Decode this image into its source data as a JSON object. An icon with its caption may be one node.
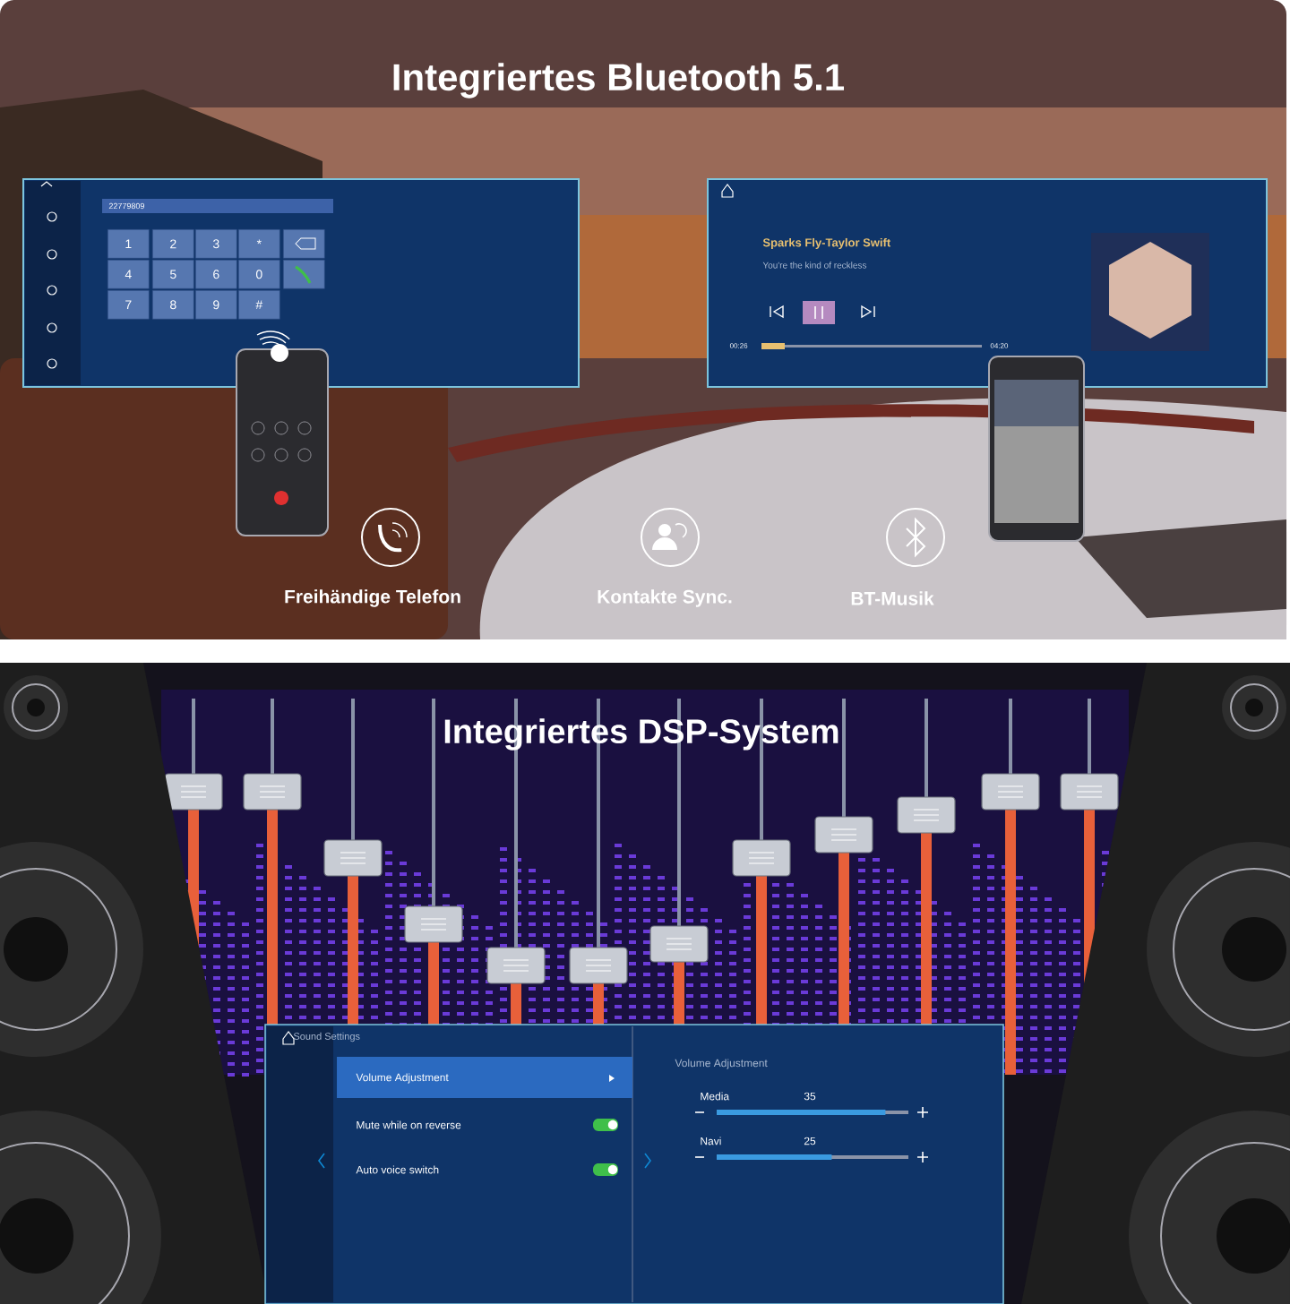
{
  "diagram": {
    "labels": [
      "Integriertes Bluetooth 5.1",
      "22779809",
      "1",
      "2",
      "3",
      "*",
      "4",
      "5",
      "6",
      "0",
      "7",
      "8",
      "9",
      "#",
      "Sparks Fly-Taylor Swift",
      "You're the kind of reckless",
      "00:26",
      "04:20",
      "Freihändige Telefon",
      "Kontakte Sync.",
      "BT-Musik",
      "Integriertes DSP-System",
      "Sound Settings",
      "Volume Adjustment",
      "Mute while on reverse",
      "Auto voice switch",
      "Volume Adjustment",
      "Media",
      "35",
      "Navi",
      "25"
    ]
  }
}
